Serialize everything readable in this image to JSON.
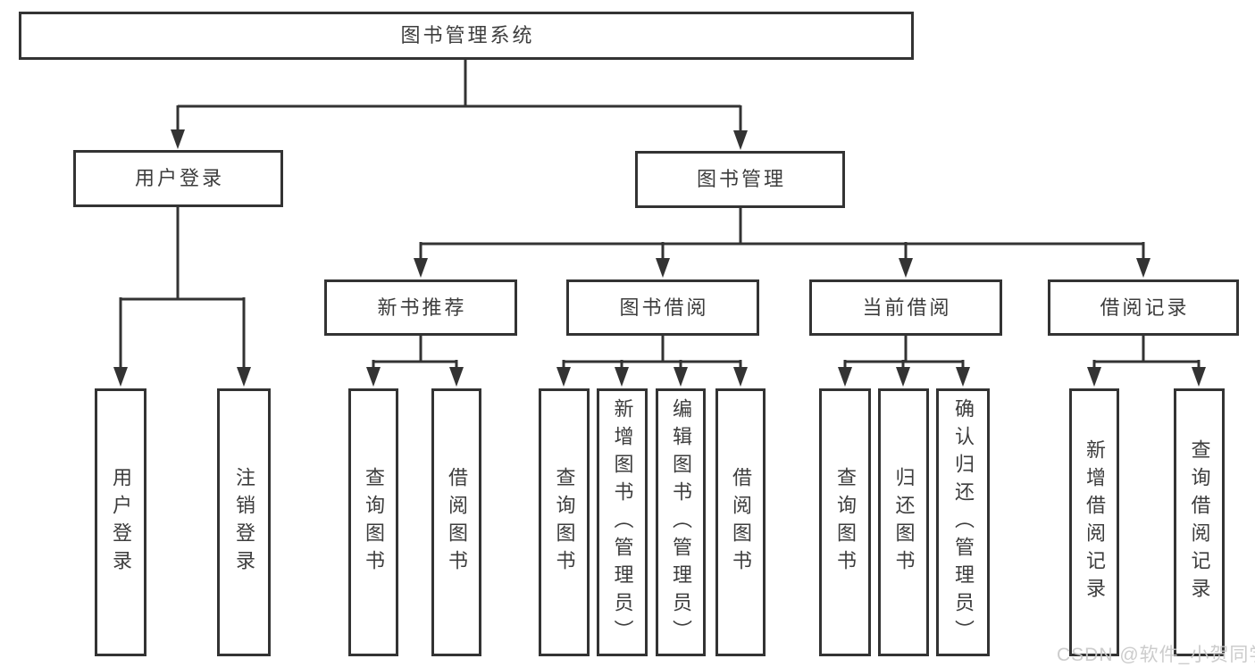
{
  "diagram": {
    "root": {
      "label": "图书管理系统"
    },
    "level2": [
      {
        "label": "用户登录",
        "children": [
          {
            "label": "用户登录"
          },
          {
            "label": "注销登录"
          }
        ]
      },
      {
        "label": "图书管理",
        "children": [
          {
            "label": "新书推荐",
            "children": [
              {
                "label": "查询图书"
              },
              {
                "label": "借阅图书"
              }
            ]
          },
          {
            "label": "图书借阅",
            "children": [
              {
                "label": "查询图书"
              },
              {
                "label": "新增图书（管理员）"
              },
              {
                "label": "编辑图书（管理员）"
              },
              {
                "label": "借阅图书"
              }
            ]
          },
          {
            "label": "当前借阅",
            "children": [
              {
                "label": "查询图书"
              },
              {
                "label": "归还图书"
              },
              {
                "label": "确认归还（管理员）"
              }
            ]
          },
          {
            "label": "借阅记录",
            "children": [
              {
                "label": "新增借阅记录"
              },
              {
                "label": "查询借阅记录"
              }
            ]
          }
        ]
      }
    ]
  },
  "watermark": {
    "text": "CSDN @软件_小贺同学"
  },
  "colors": {
    "line": "#333333",
    "text": "#3d3d3d",
    "watermark": "#c9c9c9",
    "background": "#ffffff"
  }
}
